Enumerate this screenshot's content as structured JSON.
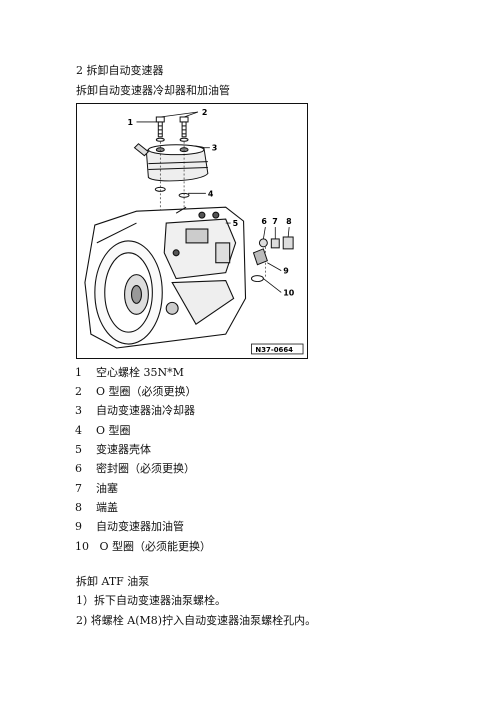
{
  "section_heading": "2 拆卸自动变速器",
  "subheading": "拆卸自动变速器冷却器和加油管",
  "figure": {
    "code": "N37-0664",
    "callouts": [
      "1",
      "2",
      "3",
      "4",
      "5",
      "6",
      "7",
      "8",
      "9",
      "10"
    ]
  },
  "parts": [
    {
      "num": "1",
      "label": "空心螺栓 35N*M"
    },
    {
      "num": "2",
      "label": "O 型圈（必须更换）"
    },
    {
      "num": "3",
      "label": "自动变速器油冷却器"
    },
    {
      "num": "4",
      "label": "O 型圈"
    },
    {
      "num": "5",
      "label": "变速器壳体"
    },
    {
      "num": "6",
      "label": "密封圈（必须更换）"
    },
    {
      "num": "7",
      "label": "油塞"
    },
    {
      "num": "8",
      "label": "端盖"
    },
    {
      "num": "9",
      "label": "自动变速器加油管"
    },
    {
      "num": "10",
      "label": " O 型圈（必须能更换）"
    }
  ],
  "pump_heading": "拆卸 ATF 油泵",
  "steps": [
    "1）拆下自动变速器油泵螺栓。",
    "2) 将螺栓 A(M8)拧入自动变速器油泵螺栓孔内。"
  ]
}
